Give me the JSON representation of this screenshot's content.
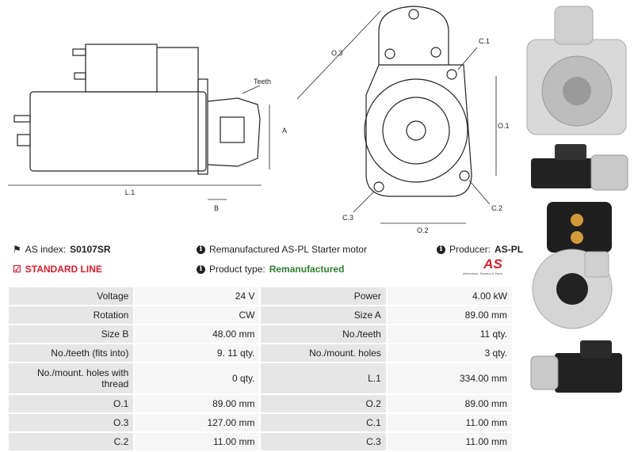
{
  "drawing": {
    "labels": {
      "teeth": "Teeth",
      "a": "A",
      "b": "B",
      "l1": "L.1",
      "o3": "O.3",
      "c1": "C.1",
      "o1": "O.1",
      "c2": "C.2",
      "c3": "C.3",
      "o2": "O.2"
    }
  },
  "info": {
    "as_index_label": "AS index:",
    "as_index_value": "S0107SR",
    "standard_line": "STANDARD LINE",
    "description": "Remanufactured AS-PL Starter motor",
    "product_type_label": "Product type:",
    "product_type_value": "Remanufactured",
    "producer_label": "Producer:",
    "producer_value": "AS-PL",
    "logo_text": "AS",
    "logo_tagline": "Alternators, Starters & Parts"
  },
  "specs": [
    {
      "l1": "Voltage",
      "v1": "24 V",
      "l2": "Power",
      "v2": "4.00 kW"
    },
    {
      "l1": "Rotation",
      "v1": "CW",
      "l2": "Size A",
      "v2": "89.00 mm"
    },
    {
      "l1": "Size B",
      "v1": "48.00 mm",
      "l2": "No./teeth",
      "v2": "11 qty."
    },
    {
      "l1": "No./teeth (fits into)",
      "v1": "9. 11 qty.",
      "l2": "No./mount. holes",
      "v2": "3 qty."
    },
    {
      "l1": "No./mount. holes with thread",
      "v1": "0 qty.",
      "l2": "L.1",
      "v2": "334.00 mm"
    },
    {
      "l1": "O.1",
      "v1": "89.00 mm",
      "l2": "O.2",
      "v2": "89.00 mm"
    },
    {
      "l1": "O.3",
      "v1": "127.00 mm",
      "l2": "C.1",
      "v2": "11.00 mm"
    },
    {
      "l1": "C.2",
      "v1": "11.00 mm",
      "l2": "C.3",
      "v2": "11.00 mm"
    }
  ],
  "colors": {
    "accent_red": "#d1202f",
    "accent_green": "#2f7d2f",
    "label_bg": "#e6e6e6",
    "value_bg": "#f6f6f6"
  }
}
